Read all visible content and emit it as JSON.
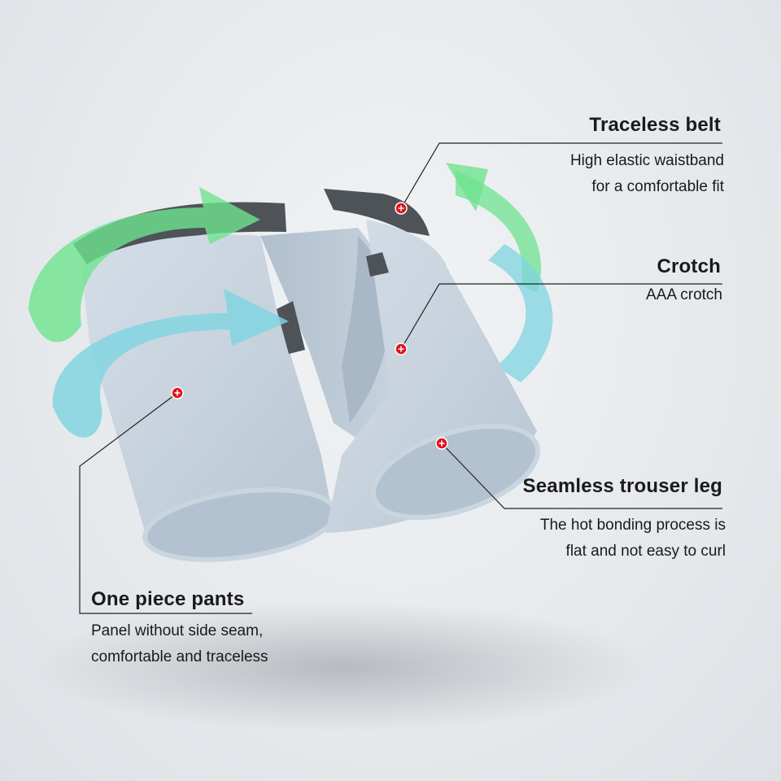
{
  "annotations": {
    "traceless_belt": {
      "title": "Traceless belt",
      "lines": [
        "High elastic waistband",
        "for a comfortable fit"
      ]
    },
    "crotch": {
      "title": "Crotch",
      "lines": [
        "AAA crotch"
      ]
    },
    "seamless_leg": {
      "title": "Seamless trouser leg",
      "lines": [
        "The hot bonding process is",
        "flat and not easy to curl"
      ]
    },
    "one_piece": {
      "title": "One piece pants",
      "lines": [
        "Panel without side seam,",
        "comfortable and traceless"
      ]
    }
  },
  "colors": {
    "fabric": "#c7d3dd",
    "fabric_shade": "#a9b8c6",
    "waistband": "#4e5358",
    "arrow_green": "#6ee38f",
    "arrow_blue": "#7fd4e0",
    "marker_red": "#e0141b",
    "leader_line": "#222222"
  }
}
